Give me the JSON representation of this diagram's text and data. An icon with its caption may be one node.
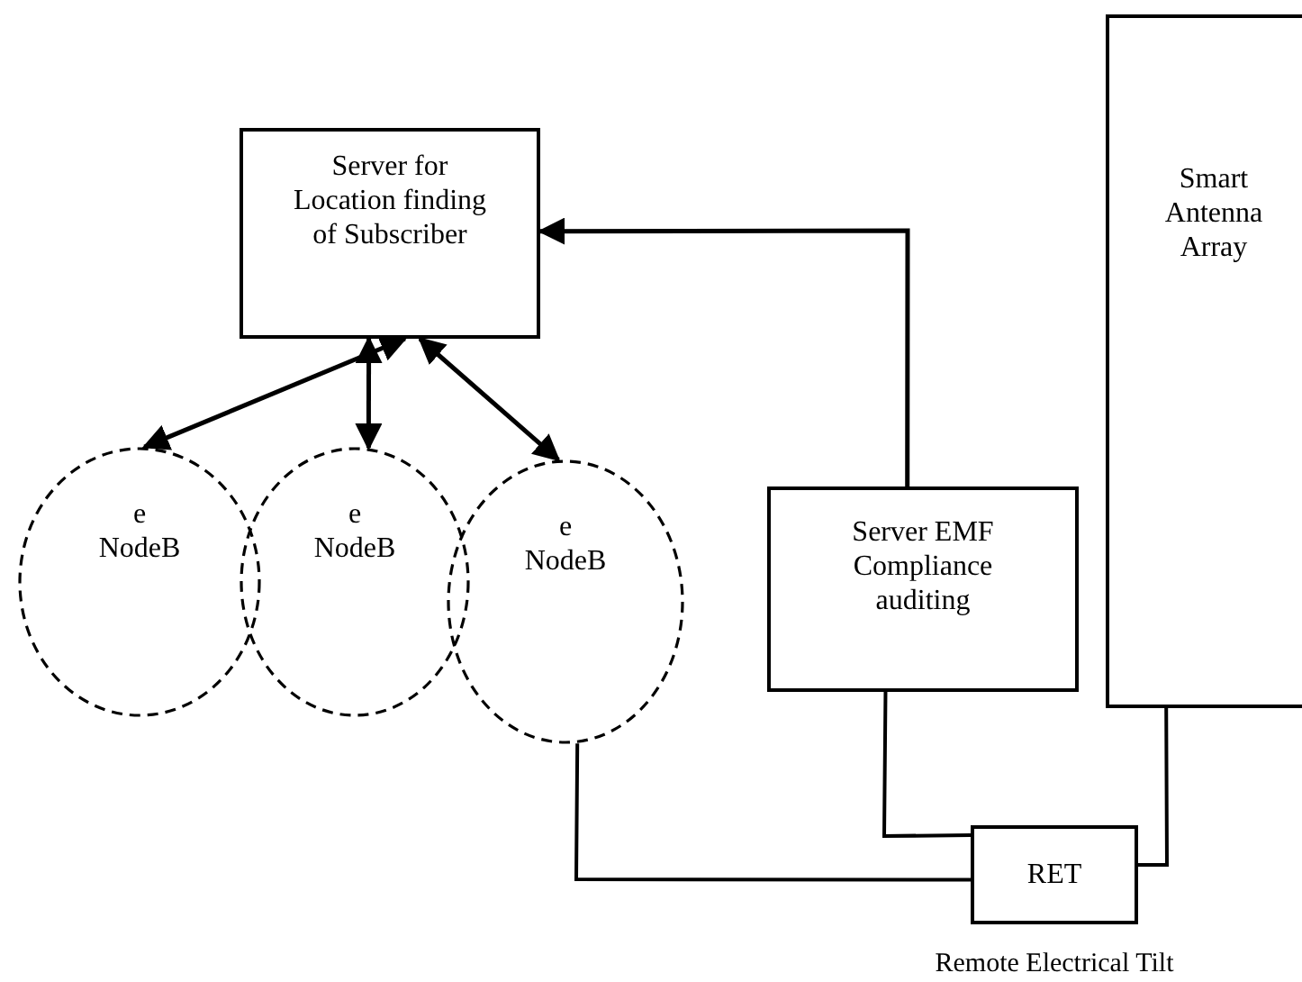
{
  "diagram": {
    "nodes": [
      {
        "text": [
          "Server for Location finding of Subscriber"
        ]
      },
      {
        "text": [
          "e NodeB"
        ]
      },
      {
        "text": [
          "e NodeB"
        ]
      },
      {
        "text": [
          "e NodeB"
        ]
      },
      {
        "text": [
          "Server EMF Compliance auditing"
        ]
      },
      {
        "text": [
          "Smart Antenna Array"
        ]
      },
      {
        "text": [
          "RET"
        ],
        "beside": [
          "Remote Electrical Tilt"
        ]
      }
    ],
    "edges": [
      {
        "from": 0,
        "to": 1,
        "arrow": "both"
      },
      {
        "from": 0,
        "to": 2,
        "arrow": "both"
      },
      {
        "from": 0,
        "to": 3,
        "arrow": "both"
      },
      {
        "from": 4,
        "to": 0,
        "arrow": "to"
      },
      {
        "from": 3,
        "to": 6,
        "arrow": "none"
      },
      {
        "from": 4,
        "to": 6,
        "arrow": "none"
      },
      {
        "from": 6,
        "to": 5,
        "arrow": "none"
      }
    ]
  }
}
